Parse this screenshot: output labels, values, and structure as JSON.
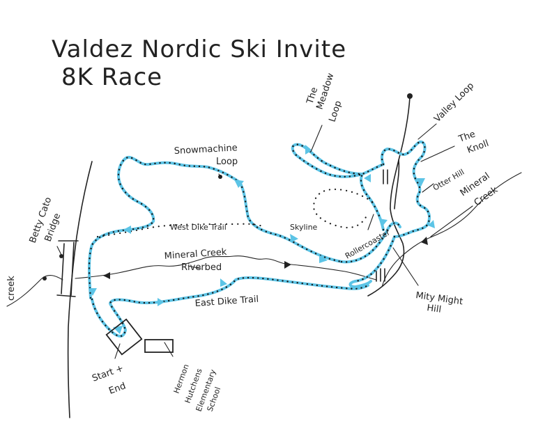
{
  "title": {
    "line1": "Valdez Nordic Ski Invite",
    "line2": "8K Race"
  },
  "labels": {
    "snowmachine_loop_1": "Snowmachine",
    "snowmachine_loop_2": "Loop",
    "meadow_loop_1": "The",
    "meadow_loop_2": "Meadow",
    "meadow_loop_3": "Loop",
    "valley_loop": "Valley Loop",
    "knoll_1": "The",
    "knoll_2": "Knoll",
    "otter_hill": "Otter Hill",
    "mineral_creek_1": "Mineral",
    "mineral_creek_2": "Creek",
    "west_dike_trail": "West Dike Trail",
    "skyline": "Skyline",
    "rollercoaster": "Rollercoaster",
    "mineral_creek_riverbed_1": "Mineral Creek",
    "mineral_creek_riverbed_2": "Riverbed",
    "east_dike_trail": "East Dike Trail",
    "mity_might_hill_1": "Mity Might",
    "mity_might_hill_2": "Hill",
    "betty_cato_bridge_1": "Betty Cato",
    "betty_cato_bridge_2": "Bridge",
    "start_end_1": "Start +",
    "start_end_2": "End",
    "school_1": "Hermon",
    "school_2": "Hutchens",
    "school_3": "Elementary",
    "school_4": "School",
    "edge_label": "creek"
  },
  "colors": {
    "trail": "#5cc4e6",
    "ink": "#222222"
  }
}
